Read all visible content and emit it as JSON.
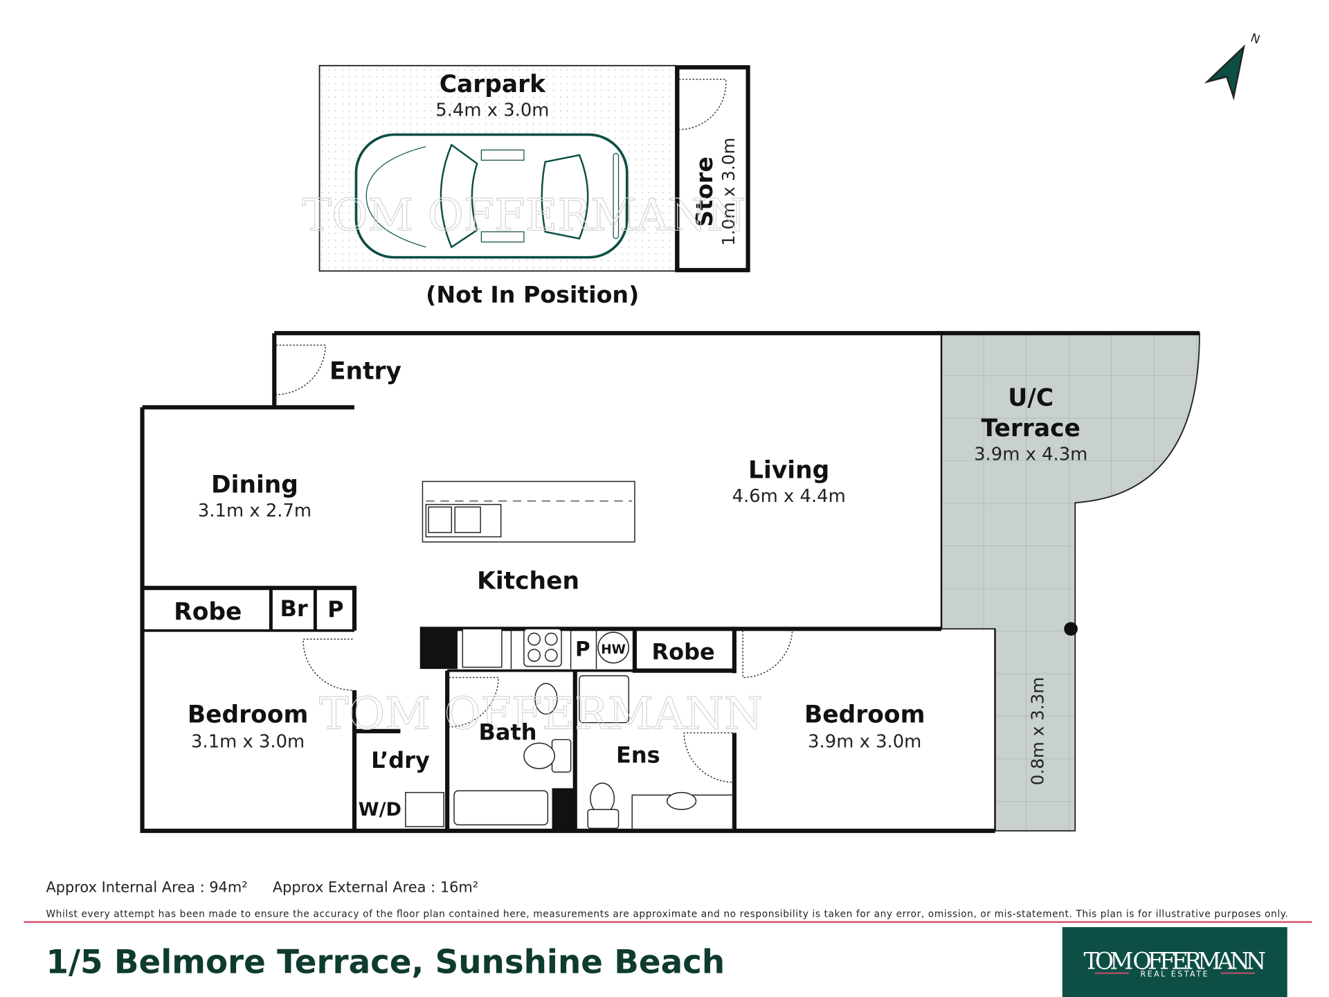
{
  "carpark": {
    "name": "Carpark",
    "dims": "5.4m x 3.0m",
    "note": "(Not In Position)"
  },
  "store": {
    "name": "Store",
    "dims": "1.0m x 3.0m"
  },
  "rooms": {
    "entry": "Entry",
    "dining": {
      "name": "Dining",
      "dims": "3.1m x 2.7m"
    },
    "living": {
      "name": "Living",
      "dims": "4.6m x 4.4m"
    },
    "kitchen": "Kitchen",
    "terrace": {
      "name_line1": "U/C",
      "name_line2": "Terrace",
      "dims": "3.9m x 4.3m",
      "strip_dims": "0.8m x 3.3m"
    },
    "robe1": "Robe",
    "br": "Br",
    "p1": "P",
    "bedroom1": {
      "name": "Bedroom",
      "dims": "3.1m x 3.0m"
    },
    "bedroom2": {
      "name": "Bedroom",
      "dims": "3.9m x 3.0m"
    },
    "p2": "P",
    "hw": "HW",
    "robe2": "Robe",
    "bath": "Bath",
    "ens": "Ens",
    "laundry": "L’dry",
    "wd": "W/D"
  },
  "compass": {
    "label": "N",
    "color": "#0d4f45"
  },
  "areas": {
    "internal": "Approx Internal Area : 94m²",
    "external": "Approx External Area : 16m²"
  },
  "disclaimer": "Whilst every attempt has been made to ensure the accuracy of the floor plan contained here, measurements are approximate and no responsibility is taken for any error, omission, or mis-statement. This plan is for illustrative purposes only.",
  "address": "1/5 Belmore Terrace, Sunshine Beach",
  "brand": {
    "name": "TOM OFFERMANN",
    "tagline": "REAL ESTATE",
    "color": "#0d4f45",
    "divider_color": "#d9506b"
  },
  "colors": {
    "terrace_fill": "#c8d1ce",
    "title_color": "#0e3b2f"
  }
}
